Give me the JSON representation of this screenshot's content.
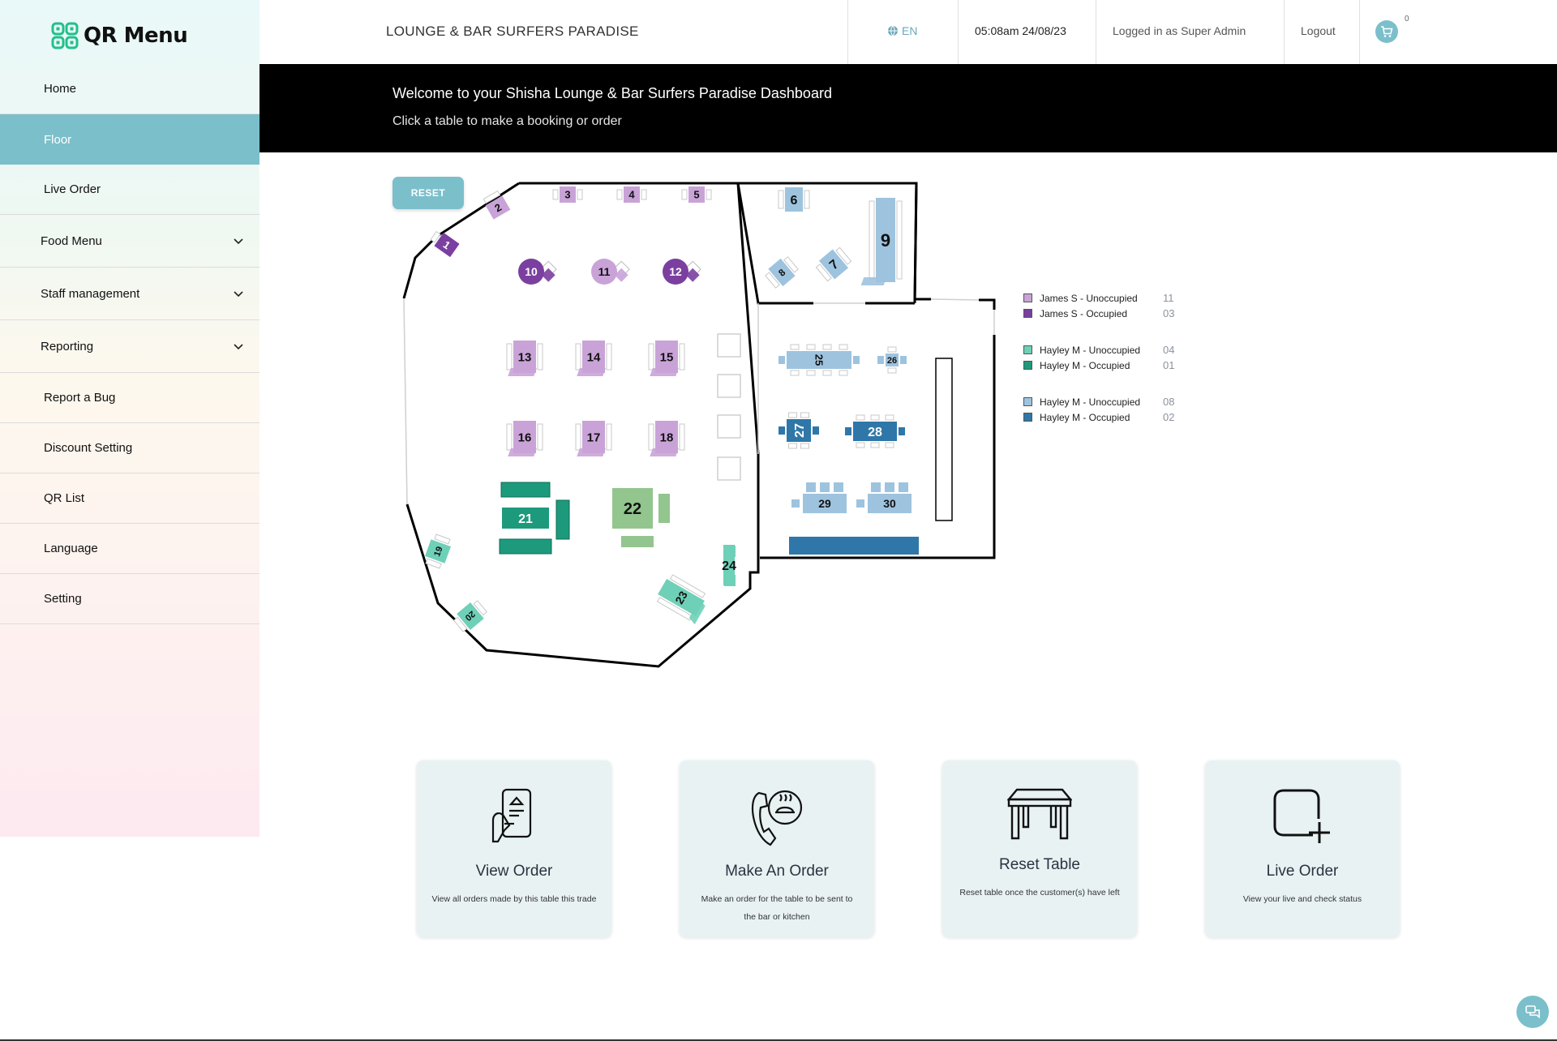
{
  "app": {
    "logo_text": "QR Menu"
  },
  "sidebar": {
    "items": [
      {
        "label": "Home",
        "active": false,
        "dropdown": false
      },
      {
        "label": "Floor",
        "active": true,
        "dropdown": false
      },
      {
        "label": "Live Order",
        "active": false,
        "dropdown": false
      },
      {
        "label": "Food Menu",
        "active": false,
        "dropdown": true
      },
      {
        "label": "Staff management",
        "active": false,
        "dropdown": true
      },
      {
        "label": "Reporting",
        "active": false,
        "dropdown": true
      },
      {
        "label": "Report a Bug",
        "active": false,
        "dropdown": false
      },
      {
        "label": "Discount Setting",
        "active": false,
        "dropdown": false
      },
      {
        "label": "QR List",
        "active": false,
        "dropdown": false
      },
      {
        "label": "Language",
        "active": false,
        "dropdown": false
      },
      {
        "label": "Setting",
        "active": false,
        "dropdown": false
      }
    ]
  },
  "header": {
    "venue": "LOUNGE & BAR SURFERS PARADISE",
    "language": "EN",
    "datetime": "05:08am 24/08/23",
    "logged_in": "Logged in as Super Admin",
    "logout": "Logout",
    "cart_count": "0"
  },
  "banner": {
    "title": "Welcome to your Shisha Lounge & Bar Surfers Paradise Dashboard",
    "subtitle": "Click a table to make a booking or order"
  },
  "floor": {
    "reset_label": "RESET",
    "tables": [
      {
        "id": "1",
        "status": "occupied",
        "color": "#7b3fa0"
      },
      {
        "id": "2",
        "status": "unoccupied",
        "color": "#c9a3d8"
      },
      {
        "id": "3",
        "status": "unoccupied",
        "color": "#c9a3d8"
      },
      {
        "id": "4",
        "status": "unoccupied",
        "color": "#c9a3d8"
      },
      {
        "id": "5",
        "status": "unoccupied",
        "color": "#c9a3d8"
      },
      {
        "id": "6",
        "status": "unoccupied",
        "color": "#9ec3de"
      },
      {
        "id": "7",
        "status": "unoccupied",
        "color": "#9ec3de"
      },
      {
        "id": "8",
        "status": "unoccupied",
        "color": "#9ec3de"
      },
      {
        "id": "9",
        "status": "unoccupied",
        "color": "#9ec3de"
      },
      {
        "id": "10",
        "status": "occupied",
        "color": "#7b3fa0"
      },
      {
        "id": "11",
        "status": "unoccupied",
        "color": "#c9a3d8"
      },
      {
        "id": "12",
        "status": "occupied",
        "color": "#7b3fa0"
      },
      {
        "id": "13",
        "status": "unoccupied",
        "color": "#c9a3d8"
      },
      {
        "id": "14",
        "status": "unoccupied",
        "color": "#c9a3d8"
      },
      {
        "id": "15",
        "status": "unoccupied",
        "color": "#c9a3d8"
      },
      {
        "id": "16",
        "status": "unoccupied",
        "color": "#c9a3d8"
      },
      {
        "id": "17",
        "status": "unoccupied",
        "color": "#c9a3d8"
      },
      {
        "id": "18",
        "status": "unoccupied",
        "color": "#c9a3d8"
      },
      {
        "id": "19",
        "status": "unoccupied",
        "color": "#6fd0b8"
      },
      {
        "id": "20",
        "status": "unoccupied",
        "color": "#6fd0b8"
      },
      {
        "id": "21",
        "status": "occupied",
        "color": "#1d9a7c"
      },
      {
        "id": "22",
        "status": "unoccupied",
        "color": "#93c58f"
      },
      {
        "id": "23",
        "status": "unoccupied",
        "color": "#6fd0b8"
      },
      {
        "id": "24",
        "status": "unoccupied",
        "color": "#6fd0b8"
      },
      {
        "id": "25",
        "status": "unoccupied",
        "color": "#9ec3de"
      },
      {
        "id": "26",
        "status": "unoccupied",
        "color": "#9ec3de"
      },
      {
        "id": "27",
        "status": "occupied",
        "color": "#2f77a8"
      },
      {
        "id": "28",
        "status": "occupied",
        "color": "#2f77a8"
      },
      {
        "id": "29",
        "status": "unoccupied",
        "color": "#9ec3de"
      },
      {
        "id": "30",
        "status": "unoccupied",
        "color": "#9ec3de"
      }
    ]
  },
  "legend": [
    {
      "label": "James S - Unoccupied",
      "count": "11",
      "color": "#c9a3d8"
    },
    {
      "label": "James S - Occupied",
      "count": "03",
      "color": "#7b3fa0"
    },
    {
      "label": "Hayley M - Unoccupied",
      "count": "04",
      "color": "#6fd0b8"
    },
    {
      "label": "Hayley M - Occupied",
      "count": "01",
      "color": "#1d9a7c"
    },
    {
      "label": "Hayley M - Unoccupied",
      "count": "08",
      "color": "#9ec3de"
    },
    {
      "label": "Hayley M - Occupied",
      "count": "02",
      "color": "#2f77a8"
    }
  ],
  "cards": [
    {
      "title": "View Order",
      "desc": "View all orders made by this table this trade",
      "icon": "phone-order-icon"
    },
    {
      "title": "Make An Order",
      "desc": "Make an order for the table to be sent to the bar or kitchen",
      "icon": "call-food-icon"
    },
    {
      "title": "Reset Table",
      "desc": "Reset table once the customer(s) have left",
      "icon": "table-icon"
    },
    {
      "title": "Live Order",
      "desc": "View your live and check status",
      "icon": "add-square-icon"
    }
  ],
  "colors": {
    "accent": "#7bbfcb",
    "banner_bg": "#000000",
    "card_bg": "#e8f2f3"
  }
}
